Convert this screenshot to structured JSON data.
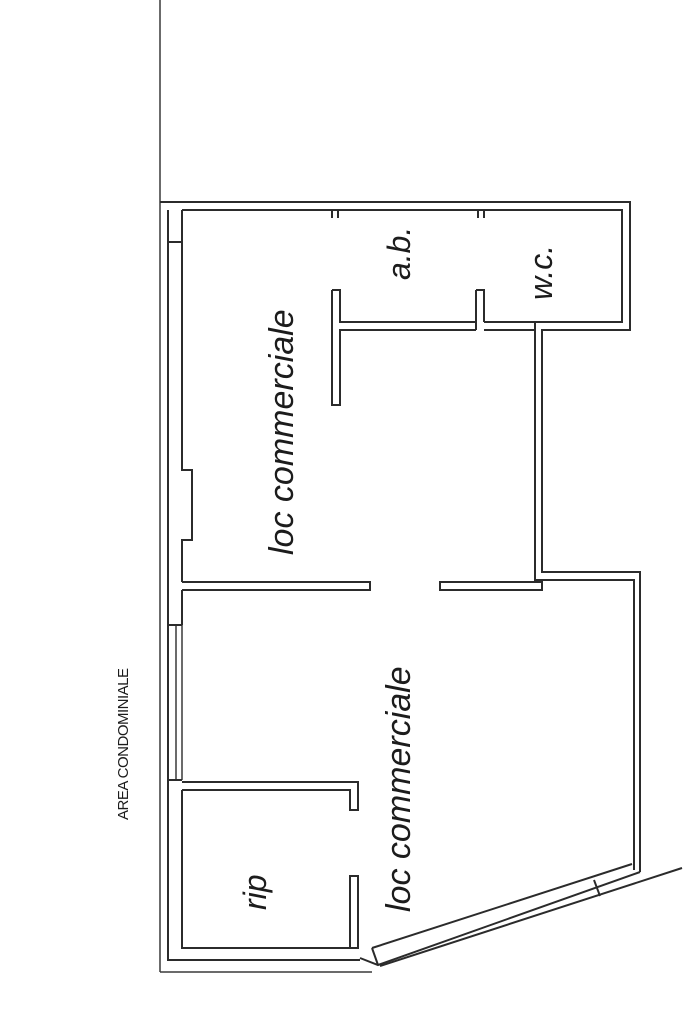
{
  "labels": {
    "area": "AREA CONDOMINIALE",
    "loc_upper": "loc commerciale",
    "loc_lower": "loc commerciale",
    "ab": "a.b.",
    "wc": "w.c.",
    "rip": "rip"
  },
  "colors": {
    "line": "#2b2b2b",
    "background": "#ffffff"
  }
}
